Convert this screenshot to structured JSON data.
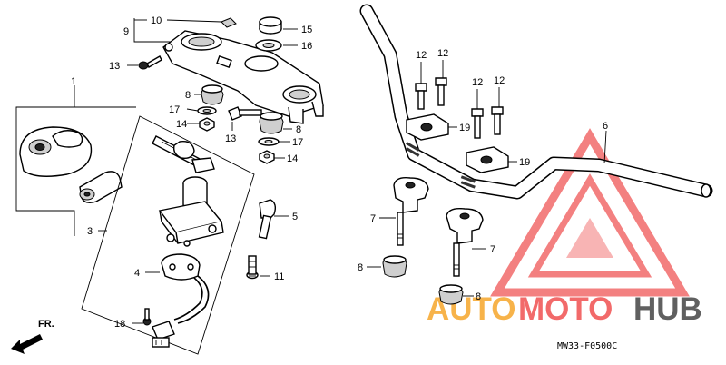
{
  "diagram": {
    "drawing_code": "MW33-F0500C",
    "direction_label": "FR.",
    "watermark": {
      "part1": "AUTO",
      "part2": "MOTO",
      "part3": "HUB"
    },
    "colors": {
      "watermark_red": "#f26a6a",
      "watermark_orange": "#f7b34a",
      "watermark_gray": "#606060",
      "line": "#000000"
    },
    "callouts": [
      {
        "id": "c1",
        "text": "1"
      },
      {
        "id": "c3",
        "text": "3"
      },
      {
        "id": "c4",
        "text": "4"
      },
      {
        "id": "c5",
        "text": "5"
      },
      {
        "id": "c6",
        "text": "6"
      },
      {
        "id": "c7a",
        "text": "7"
      },
      {
        "id": "c7b",
        "text": "7"
      },
      {
        "id": "c8a",
        "text": "8"
      },
      {
        "id": "c8b",
        "text": "8"
      },
      {
        "id": "c8c",
        "text": "8"
      },
      {
        "id": "c8d",
        "text": "8"
      },
      {
        "id": "c9",
        "text": "9"
      },
      {
        "id": "c10",
        "text": "10"
      },
      {
        "id": "c11",
        "text": "11"
      },
      {
        "id": "c12a",
        "text": "12"
      },
      {
        "id": "c12b",
        "text": "12"
      },
      {
        "id": "c12c",
        "text": "12"
      },
      {
        "id": "c12d",
        "text": "12"
      },
      {
        "id": "c13a",
        "text": "13"
      },
      {
        "id": "c13b",
        "text": "13"
      },
      {
        "id": "c14a",
        "text": "14"
      },
      {
        "id": "c14b",
        "text": "14"
      },
      {
        "id": "c15",
        "text": "15"
      },
      {
        "id": "c16",
        "text": "16"
      },
      {
        "id": "c17a",
        "text": "17"
      },
      {
        "id": "c17b",
        "text": "17"
      },
      {
        "id": "c18",
        "text": "18"
      },
      {
        "id": "c19a",
        "text": "19"
      },
      {
        "id": "c19b",
        "text": "19"
      }
    ]
  }
}
